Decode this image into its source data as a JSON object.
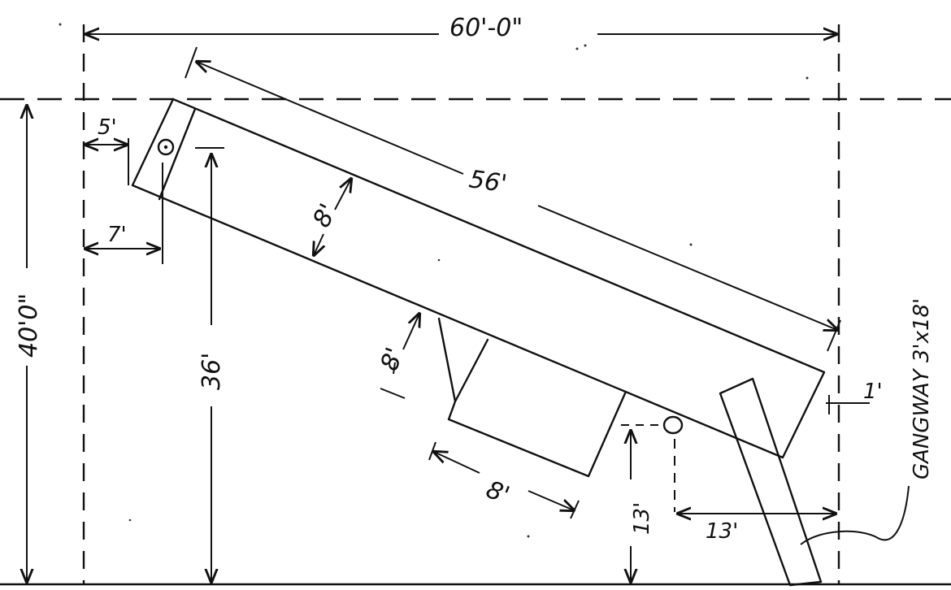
{
  "dimensions": {
    "overall_width": "60'-0\"",
    "overall_depth": "40'0\"",
    "dock_length": "56'",
    "dock_width": "8'",
    "finger_width": "8'",
    "finger_length": "8'",
    "left_setback_top": "5'",
    "left_setback_pile": "7'",
    "pile_to_shore": "36'",
    "right_pile_height": "13'",
    "right_pile_offset": "13'",
    "gangway_clearance": "1'",
    "gangway": "GANGWAY 3'x18'"
  }
}
